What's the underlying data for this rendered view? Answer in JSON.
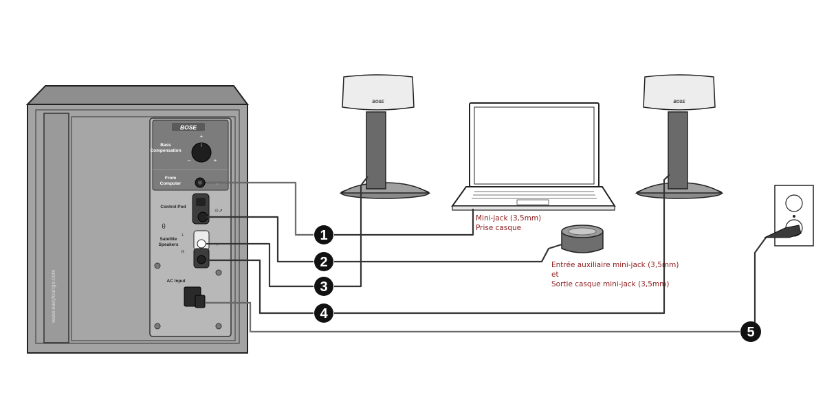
{
  "subwoofer": {
    "brand": "BOSE",
    "bass_label_1": "Bass",
    "bass_label_2": "Compensation",
    "from_computer_1": "From",
    "from_computer_2": "Computer",
    "control_pod": "Control Pod",
    "satellite_1": "Satellite",
    "satellite_2": "Speakers",
    "left": "L",
    "right": "R",
    "ac_input": "AC Input",
    "watermark": "www.easylounge.com"
  },
  "satellite_brand": "BOSE",
  "callouts": {
    "laptop_1": "Mini-jack (3,5mm)",
    "laptop_2": "Prise casque",
    "pod_1": "Entrée auxiliaire mini-jack (3,5mm)",
    "pod_2": "et",
    "pod_3": "Sortie casque mini-jack (3,5mm)"
  },
  "steps": [
    "1",
    "2",
    "3",
    "4",
    "5"
  ]
}
